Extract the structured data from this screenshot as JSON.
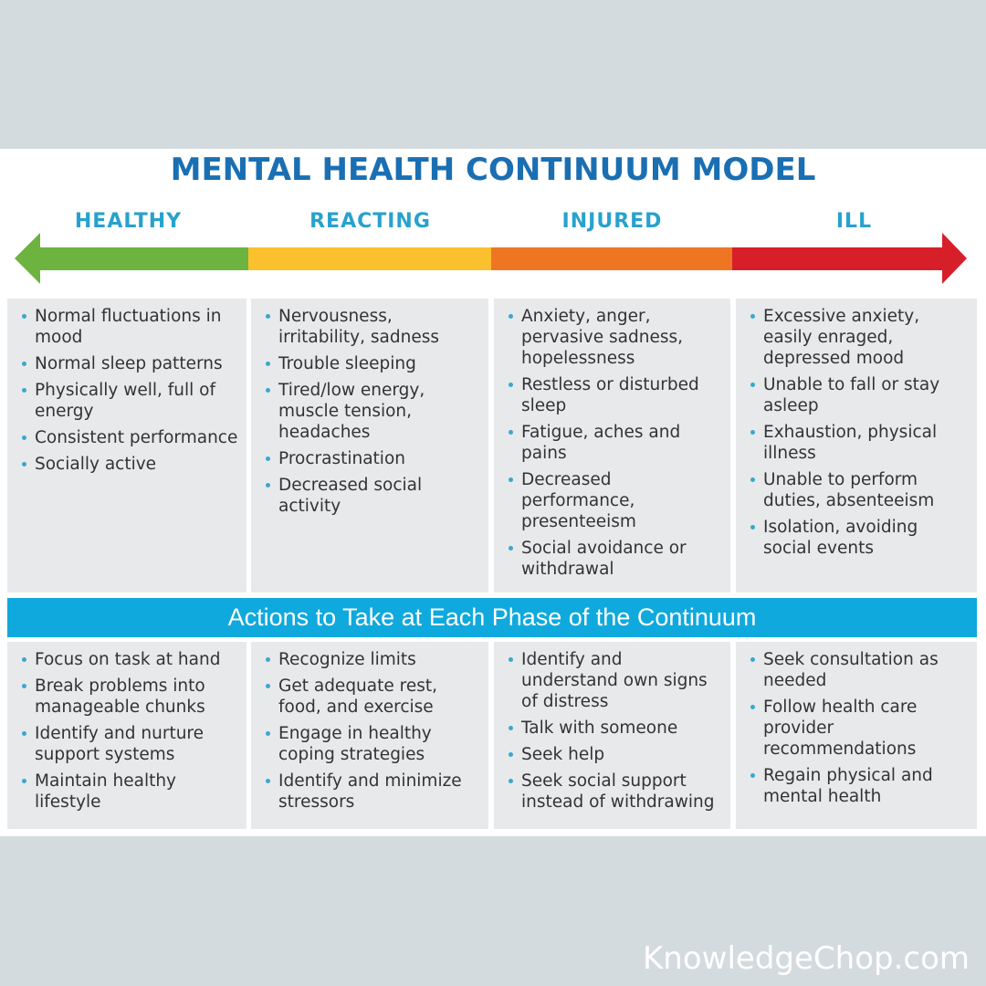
{
  "title": "MENTAL HEALTH CONTINUUM MODEL",
  "colors": {
    "title": "#1a6fb3",
    "phase_label": "#28a2cc",
    "healthy": "#6db33f",
    "reacting": "#fbc02d",
    "injured": "#ee7623",
    "ill": "#d71f2a",
    "banner": "#0fa9dd",
    "box": "#e8e9eb",
    "background": "#d3dbde"
  },
  "phases": [
    {
      "label": "HEALTHY",
      "signs": [
        "Normal fluctuations in mood",
        "Normal sleep patterns",
        "Physically well, full of energy",
        "Consistent performance",
        "Socially active"
      ],
      "actions": [
        "Focus on task at hand",
        "Break problems into manageable chunks",
        "Identify and nurture support systems",
        "Maintain healthy lifestyle"
      ]
    },
    {
      "label": "REACTING",
      "signs": [
        "Nervousness, irritability, sadness",
        "Trouble sleeping",
        "Tired/low energy, muscle tension, headaches",
        "Procrastination",
        "Decreased social activity"
      ],
      "actions": [
        "Recognize limits",
        "Get adequate rest, food, and exercise",
        "Engage in healthy coping strategies",
        "Identify and minimize stressors"
      ]
    },
    {
      "label": "INJURED",
      "signs": [
        "Anxiety, anger, pervasive sadness, hopelessness",
        "Restless or disturbed sleep",
        "Fatigue, aches and pains",
        "Decreased performance, presenteeism",
        "Social avoidance or withdrawal"
      ],
      "actions": [
        "Identify and understand own signs of distress",
        "Talk with someone",
        "Seek help",
        "Seek social support instead of withdrawing"
      ]
    },
    {
      "label": "ILL",
      "signs": [
        "Excessive anxiety, easily enraged, depressed mood",
        "Unable to fall or stay asleep",
        "Exhaustion, physical illness",
        "Unable to perform duties, absenteeism",
        "Isolation, avoiding social events"
      ],
      "actions": [
        "Seek consultation as needed",
        "Follow health care provider recommendations",
        "Regain physical and mental health"
      ]
    }
  ],
  "actions_banner": "Actions to Take at Each Phase of the Continuum",
  "watermark": "KnowledgeChop.com"
}
